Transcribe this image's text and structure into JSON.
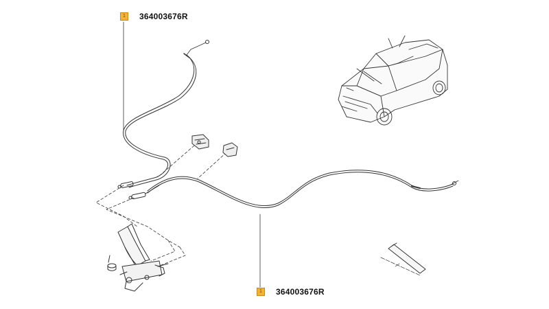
{
  "callouts": [
    {
      "badge": "1",
      "part_number": "364003676R"
    },
    {
      "badge": "1",
      "part_number": "364003676R"
    }
  ],
  "colors": {
    "badge_fill": "#f5b335",
    "line": "#333333",
    "background": "#ffffff"
  }
}
